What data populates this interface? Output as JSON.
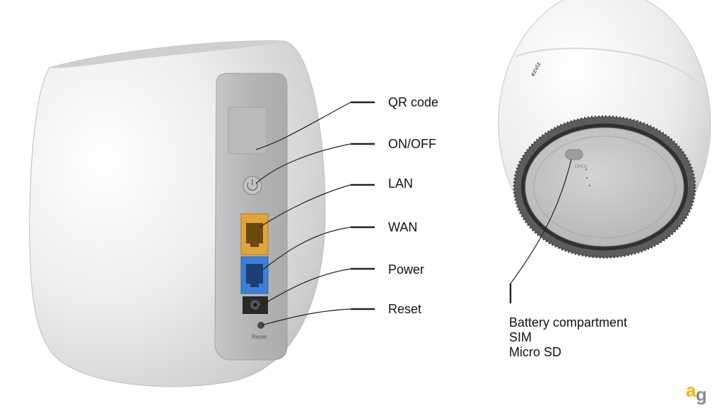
{
  "callouts": {
    "qr_code": "QR code",
    "on_off": "ON/OFF",
    "lan": "LAN",
    "wan": "WAN",
    "power": "Power",
    "reset": "Reset",
    "bottom_lines": [
      "Battery compartment",
      "SIM",
      "Micro SD"
    ]
  },
  "device_print": {
    "reset": "Reset",
    "brand": "ezviz",
    "open": "OPEN"
  },
  "watermark_text": "ag",
  "colors": {
    "lan_port": "#e0a53a",
    "wan_port": "#3d7fd6",
    "panel": "#aeb0b2",
    "body": "#e9e9e9",
    "watermark_a": "#f0b400",
    "watermark_g": "#8a8a8a"
  }
}
